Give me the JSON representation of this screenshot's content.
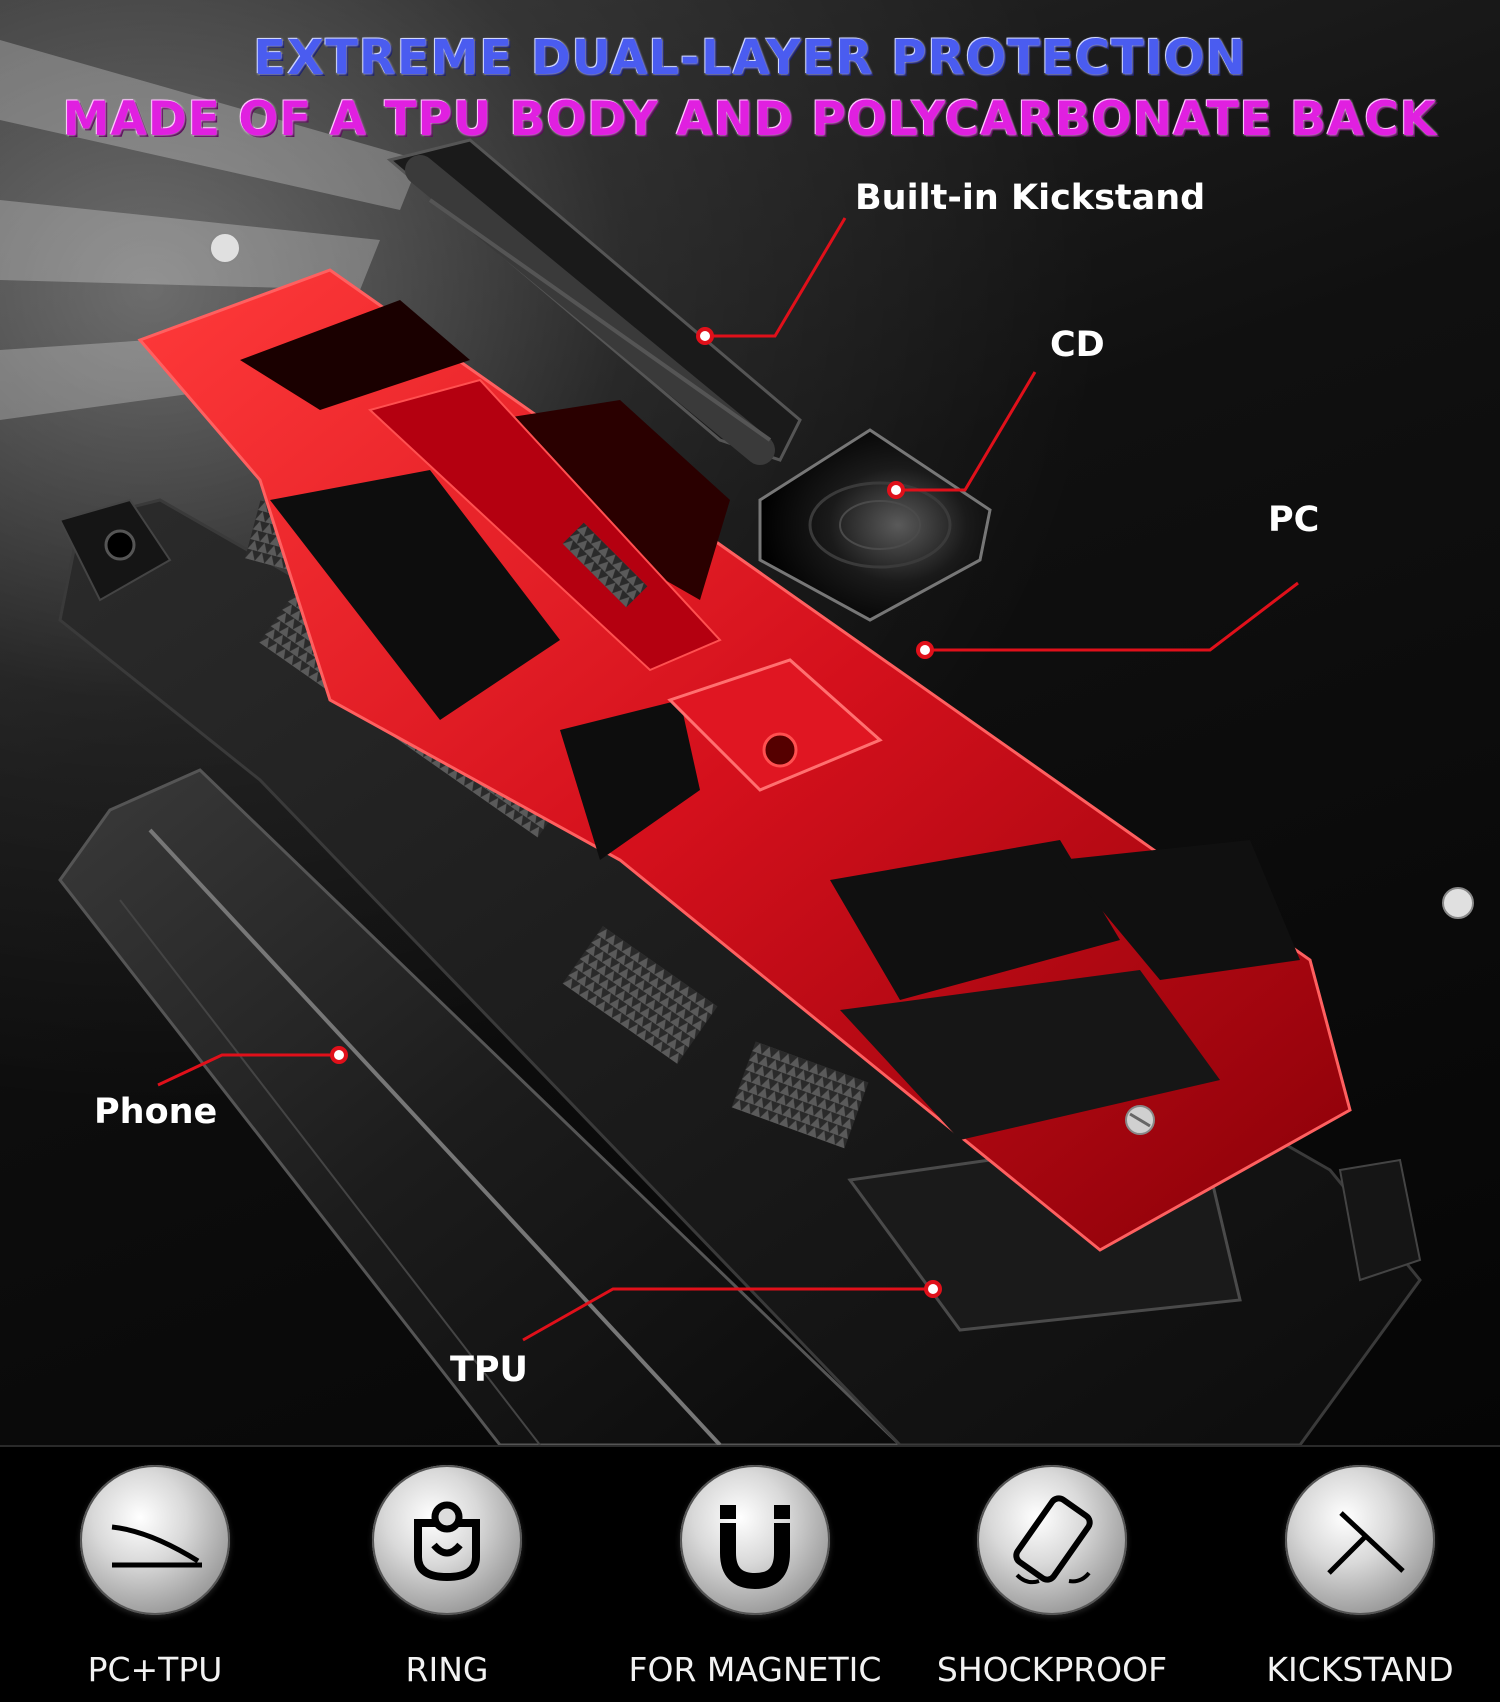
{
  "headline": {
    "line1": "EXTREME DUAL-LAYER PROTECTION",
    "line2": "MADE OF A TPU BODY AND POLYCARBONATE BACK"
  },
  "callouts": {
    "kickstand": "Built-in Kickstand",
    "cd": "CD",
    "pc": "PC",
    "phone": "Phone",
    "tpu": "TPU"
  },
  "features": [
    {
      "label": "PC+TPU",
      "icon": "layers-curve-icon"
    },
    {
      "label": "RING",
      "icon": "ring-holder-icon"
    },
    {
      "label": "FOR MAGNETIC",
      "icon": "magnet-icon"
    },
    {
      "label": "SHOCKPROOF",
      "icon": "shockproof-phone-icon"
    },
    {
      "label": "KICKSTAND",
      "icon": "kickstand-icon"
    }
  ],
  "colors": {
    "headline_line1": "#4a5cf0",
    "headline_line2": "#e020e0",
    "callout_line": "#e0101a",
    "frame_red": "#d4101c",
    "background": "#000000"
  }
}
